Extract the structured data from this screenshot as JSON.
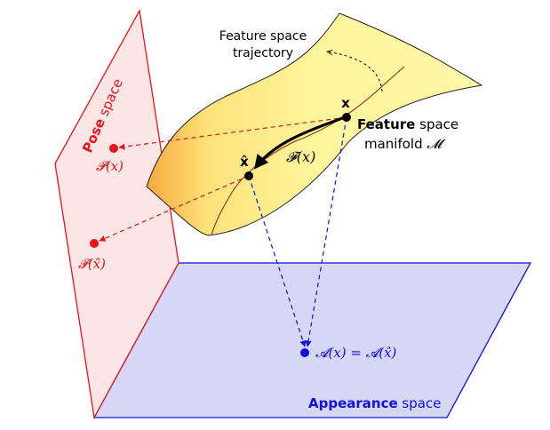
{
  "colors": {
    "pose": "#e8141a",
    "pose_fill": "#fbdcdc",
    "appearance": "#1010e0",
    "appearance_fill": "#d6d6f6",
    "manifold_fill": "#fff399",
    "manifold_edge": "#222222",
    "trajectory": "#8b1a1a"
  },
  "labels": {
    "trajectory_line1": "Feature space",
    "trajectory_line2": "trajectory",
    "x_point": "x",
    "xhat_point": "x̂",
    "mapping_F": "𝓕(x)",
    "feature_bold": "Feature",
    "feature_rest": " space",
    "manifold_word": "manifold ",
    "manifold_symbol": "𝓜",
    "pose_bold": "Pose",
    "pose_rest": " space",
    "pose_x": "𝓟(x)",
    "pose_xhat": "𝓟(x̂)",
    "appearance_eq": "𝓐(x) = 𝓐(x̂)",
    "appearance_bold": "Appearance",
    "appearance_rest": " space"
  }
}
